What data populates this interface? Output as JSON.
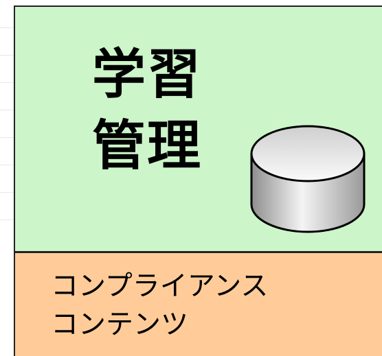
{
  "learning_management": {
    "title_line1": "学習",
    "title_line2": "管理"
  },
  "compliance": {
    "line1": "コンプライアンス",
    "line2": "コンテンツ"
  },
  "icons": {
    "database": "database-cylinder-icon"
  },
  "colors": {
    "top_panel": "#ccf5c9",
    "bottom_panel": "#ffcc99",
    "border": "#222222",
    "text": "#000000"
  }
}
